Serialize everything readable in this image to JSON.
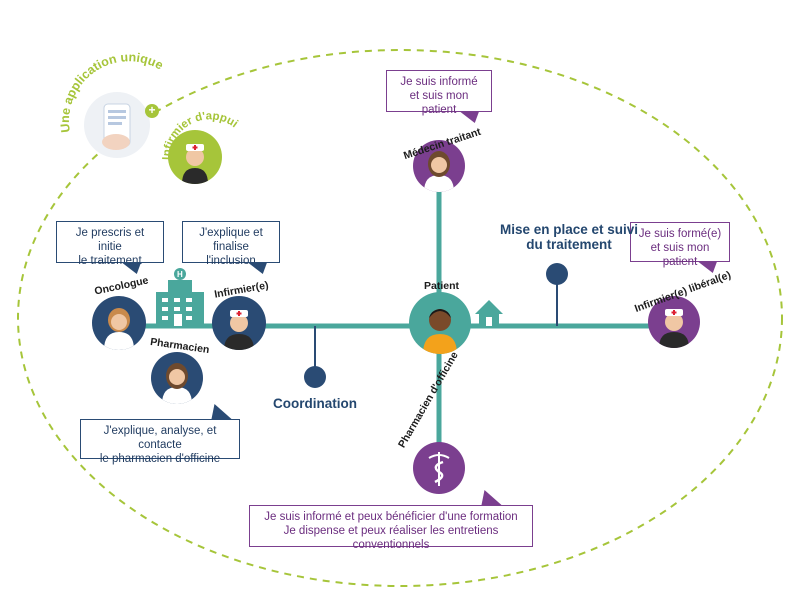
{
  "app": {
    "title": "Une application unique",
    "support_nurse": "Infirmier d'appui"
  },
  "nodes": {
    "oncologue": "Oncologue",
    "infirmier": "Infirmier(e)",
    "pharmacien": "Pharmacien",
    "patient": "Patient",
    "medecin": "Médecin traitant",
    "infirmier_liberal": "Infirmier(e) libéral(e)",
    "pharmacien_officine": "Pharmacien d'officine"
  },
  "bubbles": {
    "oncologue": [
      "Je prescris et initie",
      "le traitement"
    ],
    "infirmier": [
      "J'explique et",
      "finalise l'inclusion"
    ],
    "pharmacien": [
      "J'explique, analyse, et contacte",
      "le pharmacien d'officine"
    ],
    "medecin": [
      "Je suis informé",
      "et suis mon patient"
    ],
    "infirmier_liberal": [
      "Je suis formé(e)",
      "et suis mon patient"
    ],
    "pharmacien_officine": [
      "Je suis informé et peux bénéficier d'une formation",
      "Je dispense et peux réaliser les entretiens conventionnels"
    ]
  },
  "labels": {
    "coordination": "Coordination",
    "mise_en_place": [
      "Mise en place et suivi",
      "du traitement"
    ]
  },
  "colors": {
    "teal": "#4aa79c",
    "navy": "#2a4b74",
    "purple": "#7b3f8f",
    "green_dash": "#a6c53a"
  },
  "icons": [
    "hospital-icon",
    "house-icon",
    "smartphone-icon",
    "plus-icon"
  ]
}
